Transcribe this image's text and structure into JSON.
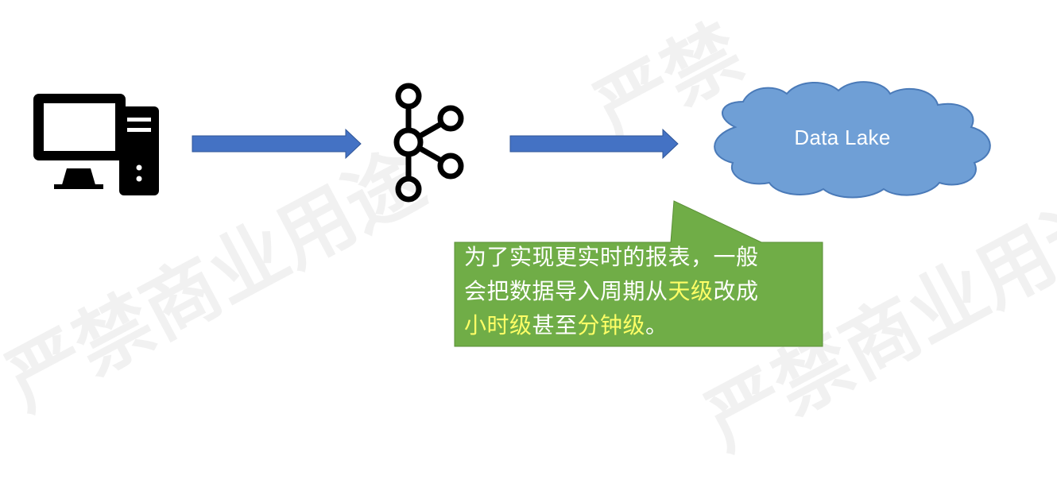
{
  "watermark": {
    "text_a": "严禁商业用途",
    "text_b": "严禁商业用途",
    "text_c": "严禁"
  },
  "nodes": {
    "computer": {
      "icon": "desktop-computer-icon"
    },
    "kafka": {
      "icon": "kafka-icon"
    },
    "data_lake": {
      "icon": "cloud-shape",
      "label": "Data Lake"
    }
  },
  "callout": {
    "line1": "为了实现更实时的报表，一般",
    "line2_pre": "会把数据导入周期从",
    "line2_hl": "天级",
    "line2_post": "改成",
    "line3_hl1": "小时级",
    "line3_mid": "甚至",
    "line3_hl2": "分钟级",
    "line3_post": "。"
  },
  "colors": {
    "arrow": "#4472c4",
    "cloud_fill": "#6f9fd6",
    "cloud_stroke": "#4a7ab8",
    "callout_fill": "#70ad47",
    "highlight": "#ffff66",
    "icon": "#000000"
  }
}
